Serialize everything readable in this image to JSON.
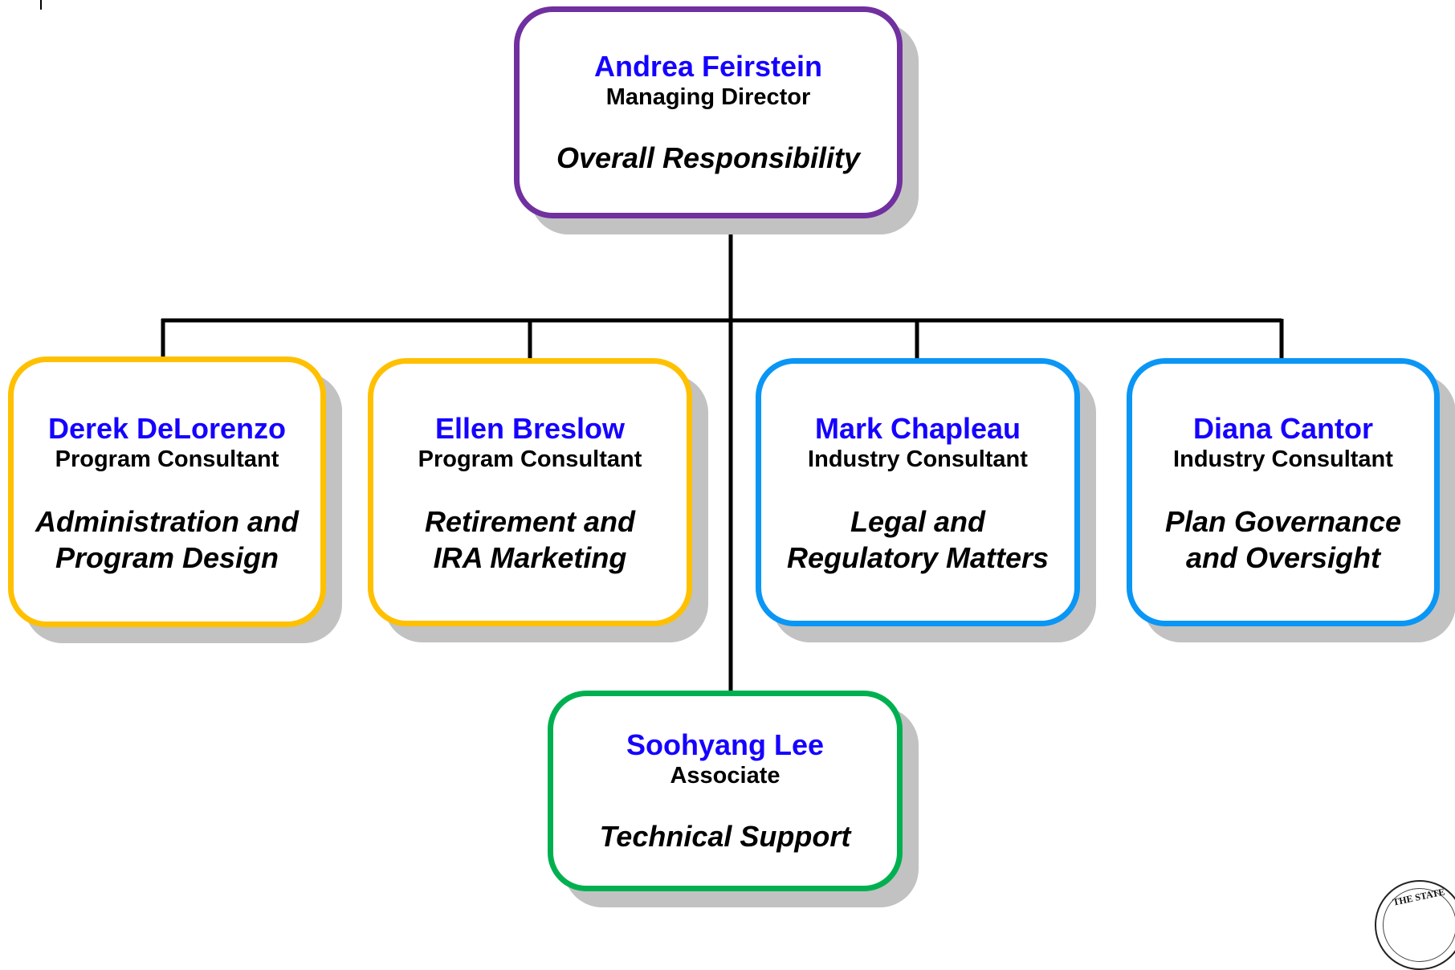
{
  "colors": {
    "name_text": "#1500ff",
    "purple_border": "#7030a0",
    "gold_border": "#ffc000",
    "blue_border": "#0a96f5",
    "green_border": "#00b050",
    "shadow": "#c2c2c2",
    "connector": "#000000"
  },
  "org": {
    "head": {
      "name": "Andrea Feirstein",
      "title": "Managing Director",
      "responsibility": "Overall Responsibility"
    },
    "reports": [
      {
        "name": "Derek DeLorenzo",
        "title": "Program Consultant",
        "responsibility": [
          "Administration and",
          "Program Design"
        ],
        "border": "gold"
      },
      {
        "name": "Ellen Breslow",
        "title": "Program Consultant",
        "responsibility": [
          "Retirement and",
          "IRA Marketing"
        ],
        "border": "gold"
      },
      {
        "name": "Mark Chapleau",
        "title": "Industry Consultant",
        "responsibility": [
          "Legal and",
          "Regulatory Matters"
        ],
        "border": "blue"
      },
      {
        "name": "Diana Cantor",
        "title": "Industry Consultant",
        "responsibility": [
          "Plan Governance",
          "and Oversight"
        ],
        "border": "blue"
      }
    ],
    "support": {
      "name": "Soohyang Lee",
      "title": "Associate",
      "responsibility": "Technical Support"
    }
  },
  "seal": {
    "text": "THE STATE"
  }
}
